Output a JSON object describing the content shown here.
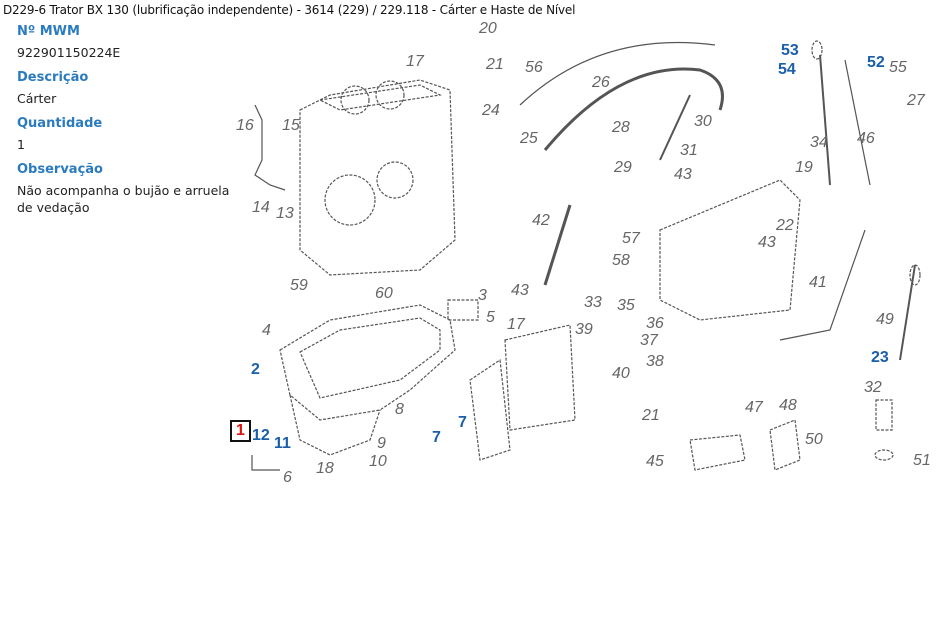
{
  "breadcrumb": "D229-6 Trator BX 130 (lubrificação independente) - 3614 (229)  /  229.118 - Cárter e Haste de Nível",
  "details": {
    "mwm_label": "Nº MWM",
    "mwm_value": "922901150224E",
    "desc_label": "Descrição",
    "desc_value": "Cárter",
    "qty_label": "Quantidade",
    "qty_value": "1",
    "obs_label": "Observação",
    "obs_value": "Não acompanha o bujão e arruela de vedação"
  },
  "callouts": [
    "20",
    "21",
    "17",
    "16",
    "15",
    "14",
    "13",
    "56",
    "26",
    "24",
    "25",
    "28",
    "30",
    "29",
    "31",
    "43",
    "19",
    "22",
    "43",
    "42",
    "57",
    "58",
    "43",
    "53",
    "54",
    "52",
    "55",
    "27",
    "34",
    "46",
    "41",
    "49",
    "23",
    "32",
    "51",
    "59",
    "60",
    "3",
    "5",
    "4",
    "2",
    "1",
    "12",
    "11",
    "6",
    "18",
    "8",
    "9",
    "10",
    "7",
    "7",
    "17",
    "33",
    "35",
    "39",
    "36",
    "37",
    "38",
    "40",
    "21",
    "47",
    "48",
    "45",
    "50"
  ],
  "colors": {
    "label_blue": "#2b7bbf",
    "callout_blue": "#1a5fa8",
    "selected_red": "#e01010"
  }
}
